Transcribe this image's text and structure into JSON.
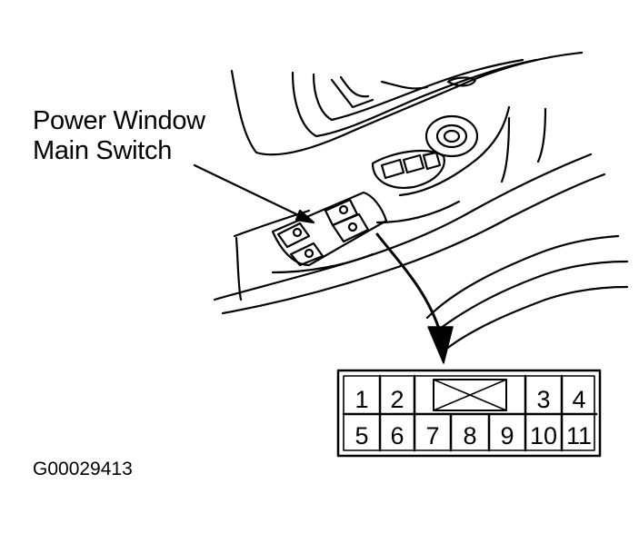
{
  "callout": {
    "line1": "Power Window",
    "line2": "Main Switch"
  },
  "figure_id": "G00029413",
  "connector": {
    "top_row": [
      "1",
      "2",
      "",
      "3",
      "4"
    ],
    "bottom_row": [
      "5",
      "6",
      "7",
      "8",
      "9",
      "10",
      "11"
    ]
  },
  "colors": {
    "ink": "#000000",
    "paper": "#ffffff"
  }
}
